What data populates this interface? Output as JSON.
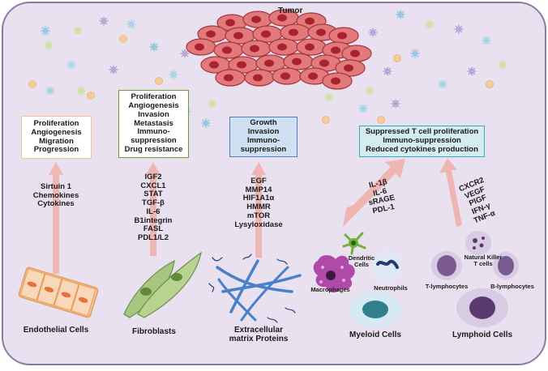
{
  "tumor": {
    "label": "Tumor"
  },
  "endothelial": {
    "box": [
      "Proliferation",
      "Angiogenesis",
      "Migration",
      "Progression"
    ],
    "factors": [
      "Sirtuin 1",
      "Chemokines",
      "Cytokines"
    ],
    "label": "Endothelial Cells",
    "box_color": "#f2c88a"
  },
  "fibroblasts": {
    "box": [
      "Proliferation",
      "Angiogenesis",
      "Invasion",
      "Metastasis",
      "Immuno-",
      "suppression",
      "Drug resistance"
    ],
    "factors": [
      "IGF2",
      "CXCL1",
      "STAT",
      "TGF-β",
      "IL-6",
      "B1integrin",
      "FASL",
      "PDL1/L2"
    ],
    "label": "Fibroblasts",
    "box_color": "#6d9a3a"
  },
  "ecm": {
    "box": [
      "Growth",
      "Invasion",
      "Immuno-",
      "suppression"
    ],
    "factors": [
      "EGF",
      "MMP14",
      "HIF1A1α",
      "HMMR",
      "mTOR",
      "Lysyloxidase"
    ],
    "label": [
      "Extracellular",
      "matrix Proteins"
    ],
    "box_color": "#4a7fc1"
  },
  "immune": {
    "box": [
      "Suppressed T cell proliferation",
      "Immuno-suppression",
      "Reduced cytokines production"
    ],
    "box_color": "#3aa6b9",
    "myeloid_factors": [
      "IL-1β",
      "IL-6",
      "sRAGE",
      "PDL-1"
    ],
    "lymphoid_factors": [
      "CXCR2",
      "VEGF",
      "PlGF",
      "IFN-γ",
      "TNF-α"
    ],
    "dendritic_label": [
      "Dendritic",
      "Cells"
    ],
    "macrophages_label": "Macrophages",
    "neutrophils_label": "Neutrophils",
    "myeloid_label": "Myeloid Cells",
    "nk_label": [
      "Natural Killer",
      "T cells"
    ],
    "t_label": "T-lymphocytes",
    "b_label": "B-lymphocytes",
    "lymphoid_label": "Lymphoid Cells"
  },
  "colors": {
    "background": "#e9e1ef",
    "border": "#8c7aa6",
    "arrow": "#f0b8b6",
    "tumor_cell": "#d96a6e",
    "tumor_nucleus": "#b22b36"
  }
}
